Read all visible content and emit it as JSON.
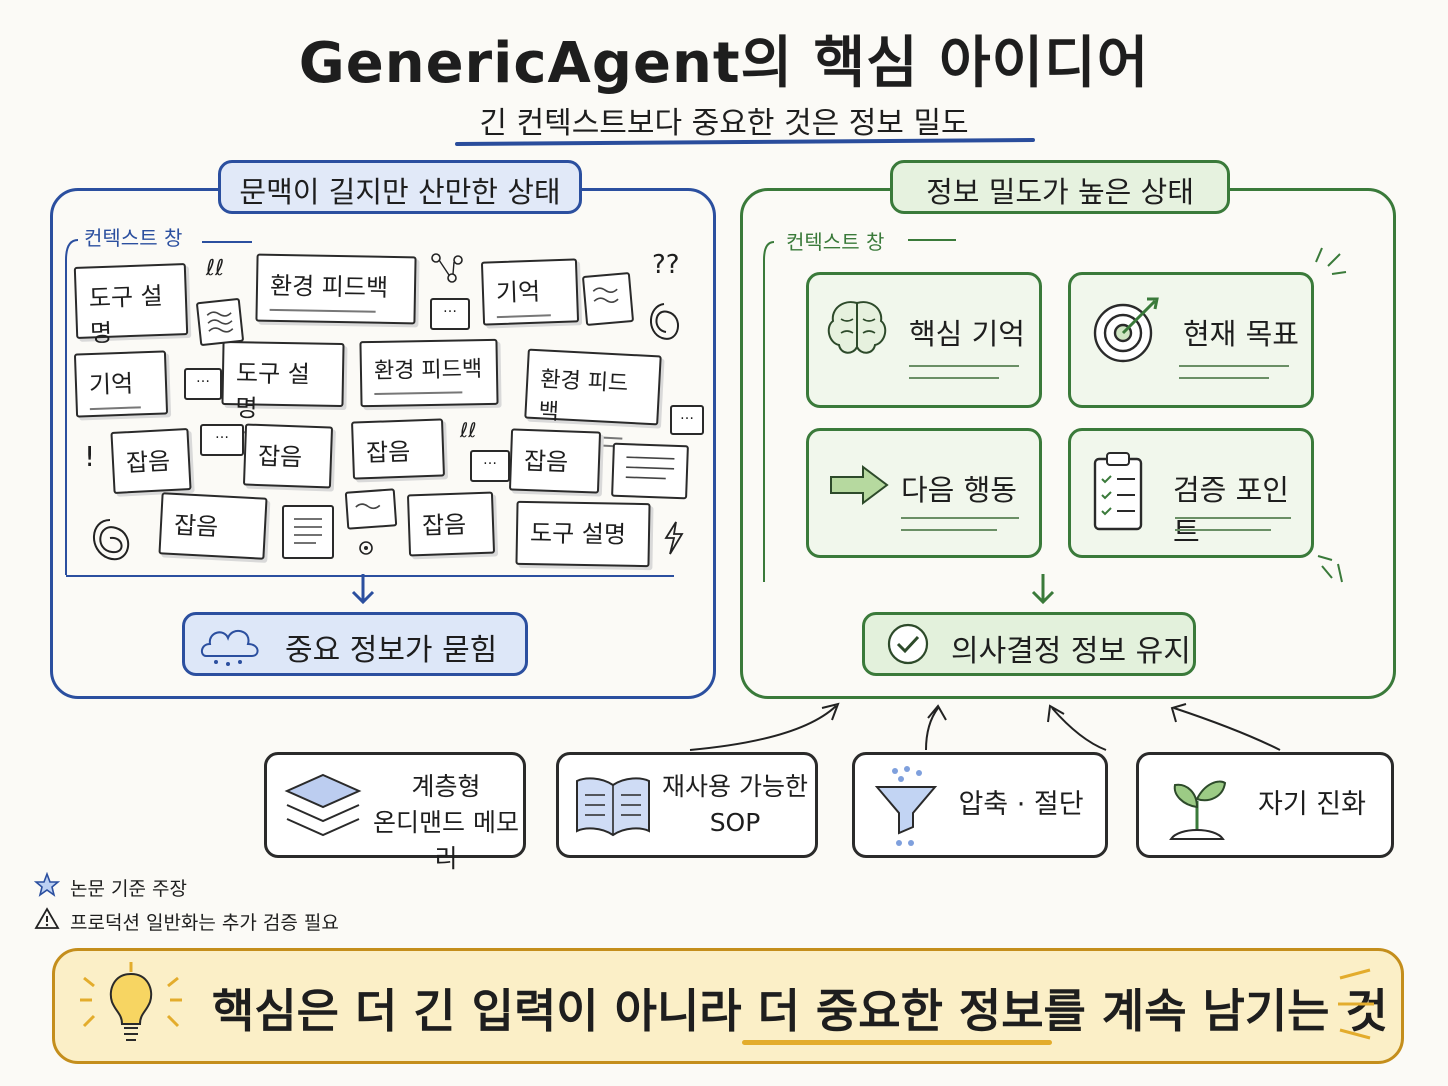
{
  "title": "GenericAgent의 핵심 아이디어",
  "subtitle": "긴 컨텍스트보다 중요한 것은 정보 밀도",
  "left_panel": {
    "title": "문맥이 길지만 산만한 상태",
    "context_label": "컨텍스트 창",
    "notes": [
      "도구 설명",
      "환경 피드백",
      "기억",
      "기억",
      "도구 설명",
      "환경 피드백",
      "환경 피드백",
      "잡음",
      "잡음",
      "잡음",
      "잡음",
      "잡음",
      "잡음",
      "도구 설명"
    ],
    "result": "중요 정보가 묻힘",
    "color": "#2b4f9f"
  },
  "right_panel": {
    "title": "정보 밀도가 높은 상태",
    "context_label": "컨텍스트 창",
    "cards": [
      {
        "label": "핵심 기억",
        "icon": "brain-icon"
      },
      {
        "label": "현재 목표",
        "icon": "target-icon"
      },
      {
        "label": "다음 행동",
        "icon": "arrow-right-icon"
      },
      {
        "label": "검증 포인트",
        "icon": "clipboard-checklist-icon"
      }
    ],
    "result": "의사결정 정보 유지",
    "color": "#3a7a3a"
  },
  "features": [
    {
      "line1": "계층형",
      "line2": "온디맨드 메모리",
      "icon": "layers-icon"
    },
    {
      "line1": "재사용 가능한",
      "line2": "SOP",
      "icon": "book-icon"
    },
    {
      "line1": "압축 · 절단",
      "line2": "",
      "icon": "funnel-icon"
    },
    {
      "line1": "자기 진화",
      "line2": "",
      "icon": "sprout-icon"
    }
  ],
  "footnotes": [
    {
      "text": "논문 기준 주장",
      "icon": "star-icon"
    },
    {
      "text": "프로덕션 일반화는 추가 검증 필요",
      "icon": "warning-icon"
    }
  ],
  "banner": {
    "text": "핵심은 더 긴 입력이 아니라 더 중요한 정보를 계속 남기는 것",
    "icon": "lightbulb-icon",
    "color": "#c48e1c"
  }
}
